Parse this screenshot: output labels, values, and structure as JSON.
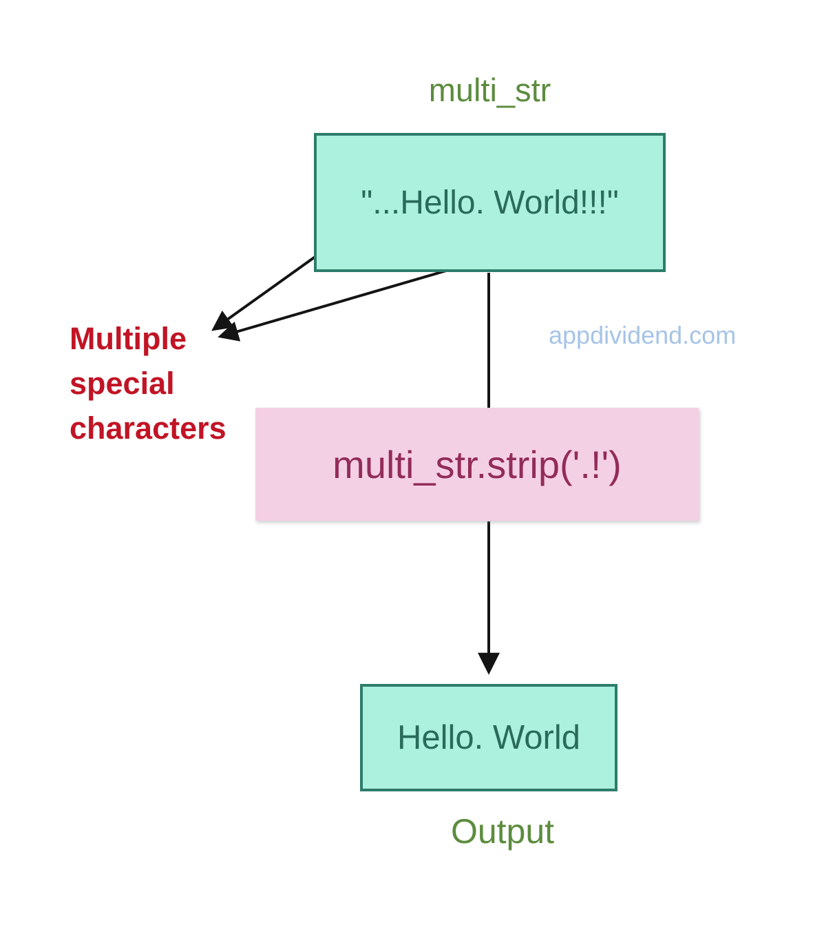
{
  "diagram": {
    "input_label": "multi_str",
    "input_box_text": "\"...Hello. World!!!\"",
    "annotation_text": "Multiple special characters",
    "watermark": "appdividend.com",
    "operation_box_text": "multi_str.strip('.!')",
    "output_box_text": "Hello. World",
    "output_label": "Output"
  },
  "colors": {
    "box_fill": "#abf1de",
    "box_border": "#2e7d6b",
    "box_text": "#2a6a5a",
    "label_green": "#5c8c3e",
    "annotation_red": "#c11425",
    "operation_fill": "#f4d0e5",
    "operation_text": "#922c58",
    "watermark_blue": "#a6c4e6",
    "arrow_black": "#141414"
  }
}
